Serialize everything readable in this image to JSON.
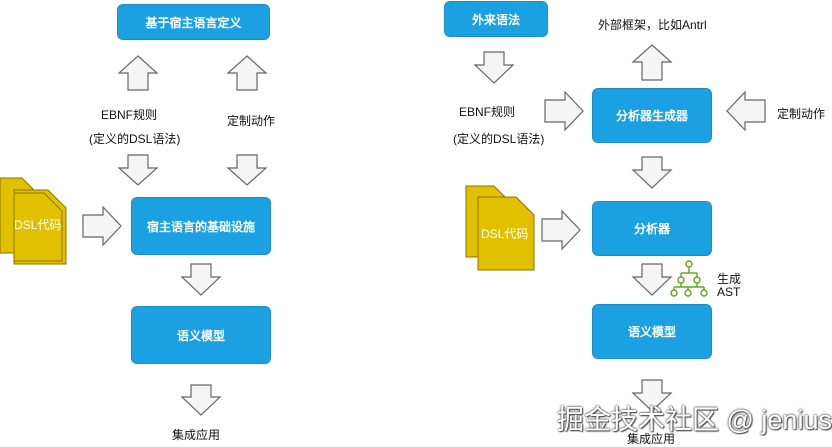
{
  "left": {
    "host_language_box": "基于宿主语言定义",
    "ebnf_rule": "EBNF规则",
    "dsl_grammar": "(定义的DSL语法)",
    "custom_action": "定制动作",
    "dsl_code": "DSL代码",
    "host_infra_box": "宿主语言的基础设施",
    "semantic_model_box": "语义模型",
    "integrated_app": "集成应用"
  },
  "right": {
    "external_grammar_box": "外来语法",
    "external_framework": "外部框架，比如Antrl",
    "ebnf_rule": "EBNF规则",
    "dsl_grammar": "(定义的DSL语法)",
    "parser_generator_box": "分析器生成器",
    "custom_action": "定制动作",
    "dsl_code": "DSL代码",
    "parser_box": "分析器",
    "generate": "生成",
    "ast": "AST",
    "semantic_model_box": "语义模型",
    "integrated_app": "集成应用"
  },
  "watermark": "掘金技术社区 @ jenius",
  "colors": {
    "box_fill": "#1ba1e2",
    "document_fill": "#e1c000",
    "arrow_fill": "#f5f5f5",
    "arrow_stroke": "#666666",
    "tree_icon": "#60a917"
  }
}
